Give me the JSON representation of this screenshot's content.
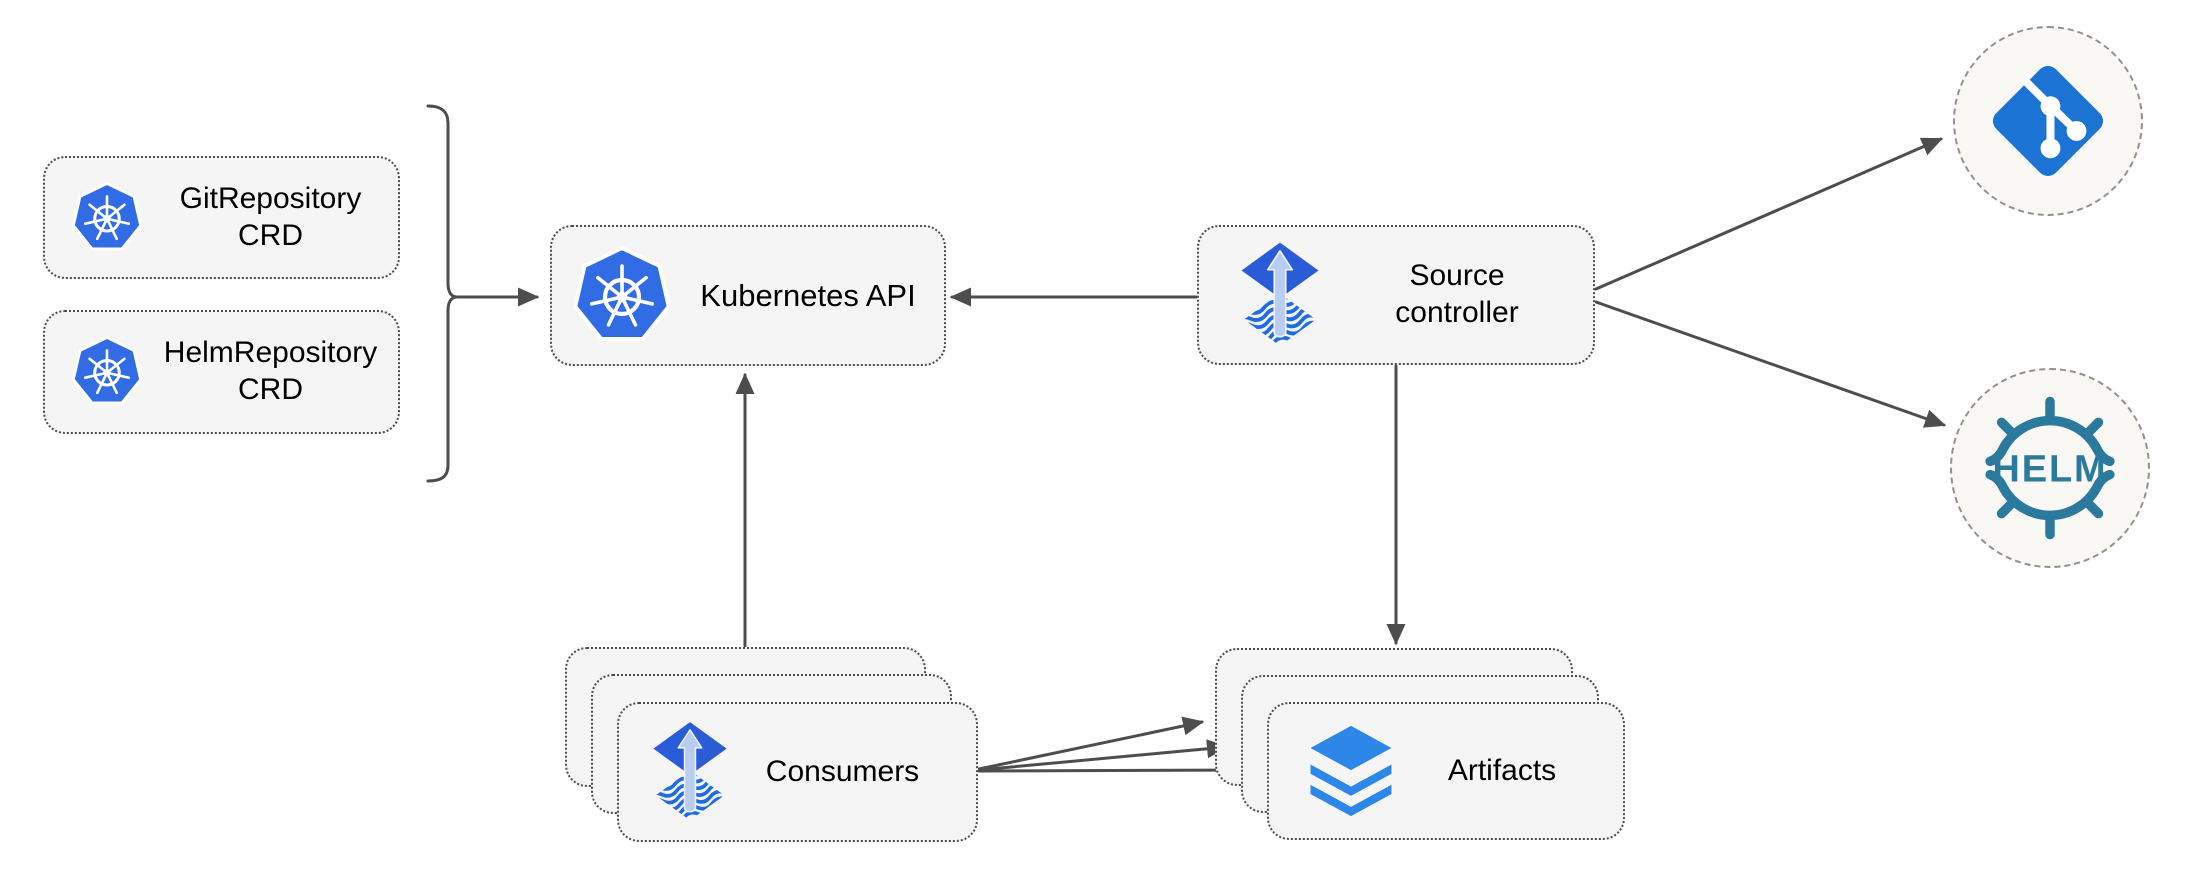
{
  "nodes": {
    "git_crd": {
      "label": "GitRepository CRD",
      "icon": "kubernetes-icon"
    },
    "helm_crd": {
      "label": "HelmRepository CRD",
      "icon": "kubernetes-icon"
    },
    "k8s_api": {
      "label": "Kubernetes API",
      "icon": "kubernetes-icon"
    },
    "source_controller": {
      "label": "Source controller",
      "icon": "flux-source-icon"
    },
    "consumers": {
      "label": "Consumers",
      "icon": "flux-source-icon",
      "stack_count": 3
    },
    "artifacts": {
      "label": "Artifacts",
      "icon": "layers-icon",
      "stack_count": 3
    },
    "git_remote": {
      "icon": "git-icon"
    },
    "helm_remote": {
      "icon": "helm-icon",
      "label": "HELM"
    }
  },
  "edges": [
    {
      "from": "git_crd & helm_crd",
      "to": "k8s_api",
      "style": "brace-then-arrow"
    },
    {
      "from": "source_controller",
      "to": "k8s_api"
    },
    {
      "from": "consumers",
      "to": "k8s_api"
    },
    {
      "from": "source_controller",
      "to": "artifacts"
    },
    {
      "from": "source_controller",
      "to": "git_remote"
    },
    {
      "from": "source_controller",
      "to": "helm_remote"
    },
    {
      "from": "consumers",
      "to": "artifacts",
      "arrow_count": 3
    }
  ],
  "colors": {
    "kubernetes_blue": "#326CE5",
    "flux_diamond_blue": "#2a5cd8",
    "flux_wave_blue": "#1f6be4",
    "flux_arrow_blue": "#b9cdf2",
    "git_blue": "#1b73d3",
    "layers_blue": "#2d87e9",
    "helm_teal": "#2b7a9e",
    "node_fill": "#f5f5f5",
    "node_border": "#4d4d4d",
    "remote_fill": "#faf8f4",
    "connector_gray": "#4d4d4d"
  }
}
